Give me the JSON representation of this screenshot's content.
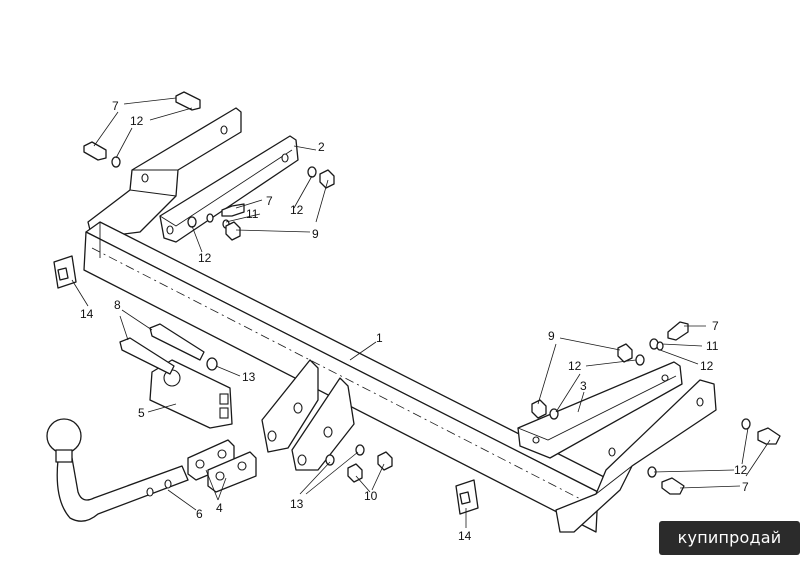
{
  "callouts": [
    {
      "id": "c1",
      "text": "1"
    },
    {
      "id": "c2",
      "text": "2"
    },
    {
      "id": "c3",
      "text": "3"
    },
    {
      "id": "c4",
      "text": "4"
    },
    {
      "id": "c5",
      "text": "5"
    },
    {
      "id": "c6",
      "text": "6"
    },
    {
      "id": "c7a",
      "text": "7"
    },
    {
      "id": "c7b",
      "text": "7"
    },
    {
      "id": "c7c",
      "text": "7"
    },
    {
      "id": "c7d",
      "text": "7"
    },
    {
      "id": "c8",
      "text": "8"
    },
    {
      "id": "c9a",
      "text": "9"
    },
    {
      "id": "c9b",
      "text": "9"
    },
    {
      "id": "c10",
      "text": "10"
    },
    {
      "id": "c11a",
      "text": "11"
    },
    {
      "id": "c11b",
      "text": "11"
    },
    {
      "id": "c12a",
      "text": "12"
    },
    {
      "id": "c12b",
      "text": "12"
    },
    {
      "id": "c12c",
      "text": "12"
    },
    {
      "id": "c12d",
      "text": "12"
    },
    {
      "id": "c12e",
      "text": "12"
    },
    {
      "id": "c12f",
      "text": "12"
    },
    {
      "id": "c13a",
      "text": "13"
    },
    {
      "id": "c13b",
      "text": "13"
    },
    {
      "id": "c14a",
      "text": "14"
    },
    {
      "id": "c14b",
      "text": "14"
    }
  ],
  "watermark": {
    "text": "купипродай"
  }
}
